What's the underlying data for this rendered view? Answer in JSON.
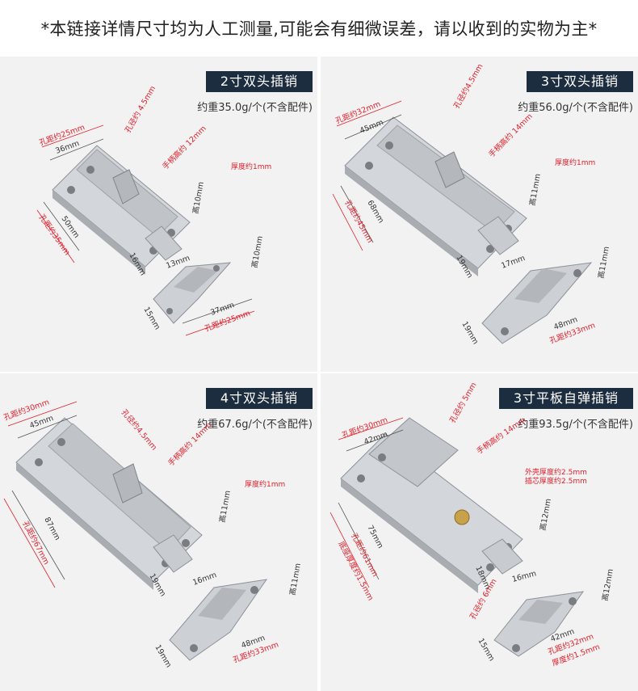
{
  "header": {
    "notice": "*本链接详情尺寸均为人工测量,可能会有细微误差，请以收到的实物为主*"
  },
  "panels": [
    {
      "title": "2寸双头插销",
      "weight": "约重35.0g/个(不含配件)",
      "thickness": "厚度约1mm",
      "dims": {
        "hole_spacing_top": "孔距约25mm",
        "width": "36mm",
        "hole_dia": "孔径约\n4.5mm",
        "handle_h": "手柄高约\n12mm",
        "h1": "高10mm",
        "length": "50mm",
        "hole_spacing_side": "孔距约35mm",
        "w16": "16mm",
        "w13": "13mm",
        "h2": "高10mm",
        "w15": "15mm",
        "w37": "37mm",
        "keeper_spacing": "孔距约25mm"
      }
    },
    {
      "title": "3寸双头插销",
      "weight": "约重56.0g/个(不含配件)",
      "thickness": "厚度约1mm",
      "dims": {
        "hole_spacing_top": "孔距约32mm",
        "width": "45mm",
        "hole_dia": "孔径约4.5mm",
        "handle_h": "手柄高约\n14mm",
        "h1": "高11mm",
        "length": "68mm",
        "hole_spacing_side": "孔距约45mm",
        "w19": "19mm",
        "w17": "17mm",
        "h2": "高11mm",
        "w19b": "19mm",
        "w48": "48mm",
        "keeper_spacing": "孔距约33mm"
      }
    },
    {
      "title": "4寸双头插销",
      "weight": "约重67.6g/个(不含配件)",
      "thickness": "厚度约1mm",
      "dims": {
        "hole_spacing_top": "孔距约30mm",
        "width": "45mm",
        "hole_dia": "孔径约4.5mm",
        "handle_h": "手柄高约\n14mm",
        "h1": "高11mm",
        "length": "87mm",
        "hole_spacing_side": "孔距约67mm",
        "w19": "19mm",
        "w16": "16mm",
        "h2": "高11mm",
        "w19b": "19mm",
        "w48": "48mm",
        "keeper_spacing": "孔距约33mm"
      }
    },
    {
      "title": "3寸平板自弹插销",
      "weight": "约重93.5g/个(不含配件)",
      "thickness": "外壳厚度约2.5mm\n插芯厚度约2.5mm",
      "dims": {
        "hole_spacing_top": "孔距约30mm",
        "width": "42mm",
        "hole_dia": "孔径约\n5mm",
        "handle_h": "手柄高约\n14mm",
        "h1": "高12mm",
        "length": "75mm",
        "hole_spacing_side": "孔距约61mm",
        "base_thick": "底座厚度约1.5mm",
        "w18": "18mm",
        "w16": "16mm",
        "h2": "高12mm",
        "keeper_hole": "孔径约\n6mm",
        "w15": "15mm",
        "w42": "42mm",
        "keeper_spacing": "孔距约32mm",
        "keeper_thick": "厚度约1.5mm"
      }
    }
  ],
  "colors": {
    "title_bg": "#1d2d40",
    "annotation": "#e0202a",
    "panel_bg": "#f2f2f3",
    "metal": "#c9ccd0"
  }
}
